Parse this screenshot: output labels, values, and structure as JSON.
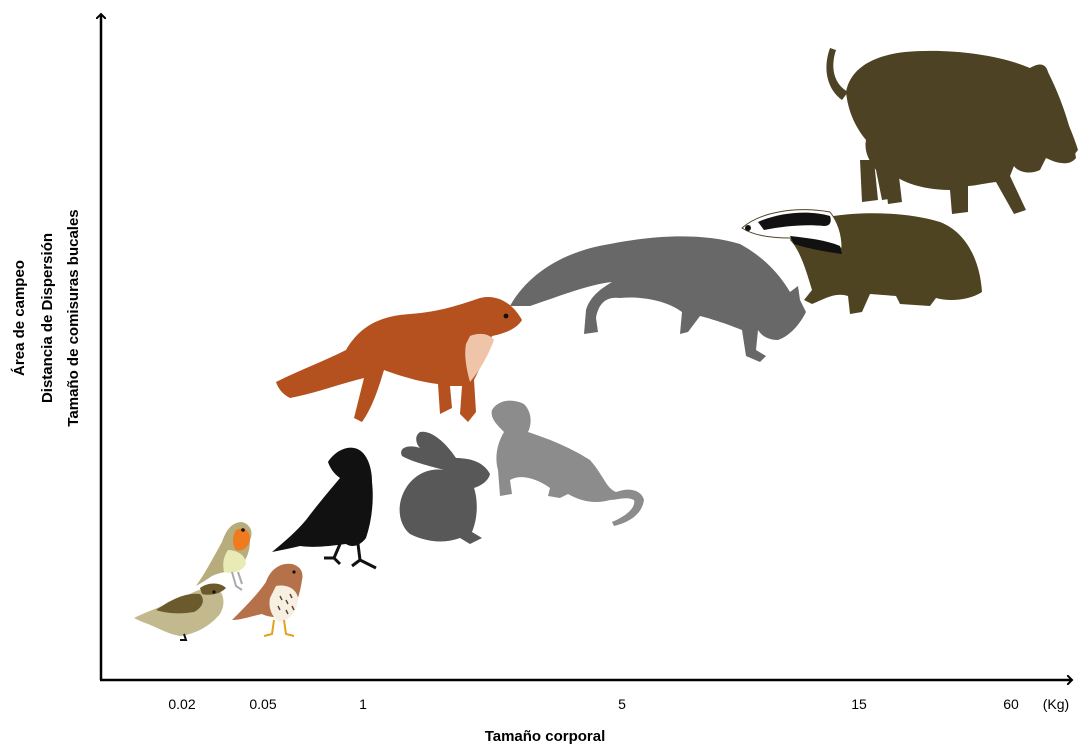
{
  "y_axis": {
    "lines": [
      "Área de campeo",
      "Distancia de Dispersión",
      "Tamaño de comisuras bucales"
    ]
  },
  "x_axis": {
    "title": "Tamaño corporal",
    "ticks": [
      "0.02",
      "0.05",
      "1",
      "5",
      "15",
      "60"
    ],
    "unit": "(Kg)"
  },
  "animals": [
    "sparrow-icon",
    "robin-icon",
    "thrush-icon",
    "crow-icon",
    "rabbit-icon",
    "ferret-icon",
    "marten-icon",
    "fox-icon",
    "badger-icon",
    "boar-icon"
  ],
  "colors": {
    "marten": "#b5501f",
    "marten_throat": "#f0c4a8",
    "fox": "#686868",
    "ferret": "#8c8c8c",
    "rabbit": "#585858",
    "crow": "#111111",
    "badger": "#4f4422",
    "boar": "#4d4324",
    "robin_breast": "#f07a1e",
    "robin_body": "#b7ad7c",
    "thrush": "#b5714a",
    "sparrow_body": "#c2ba8e",
    "sparrow_back": "#6b5a2c"
  }
}
